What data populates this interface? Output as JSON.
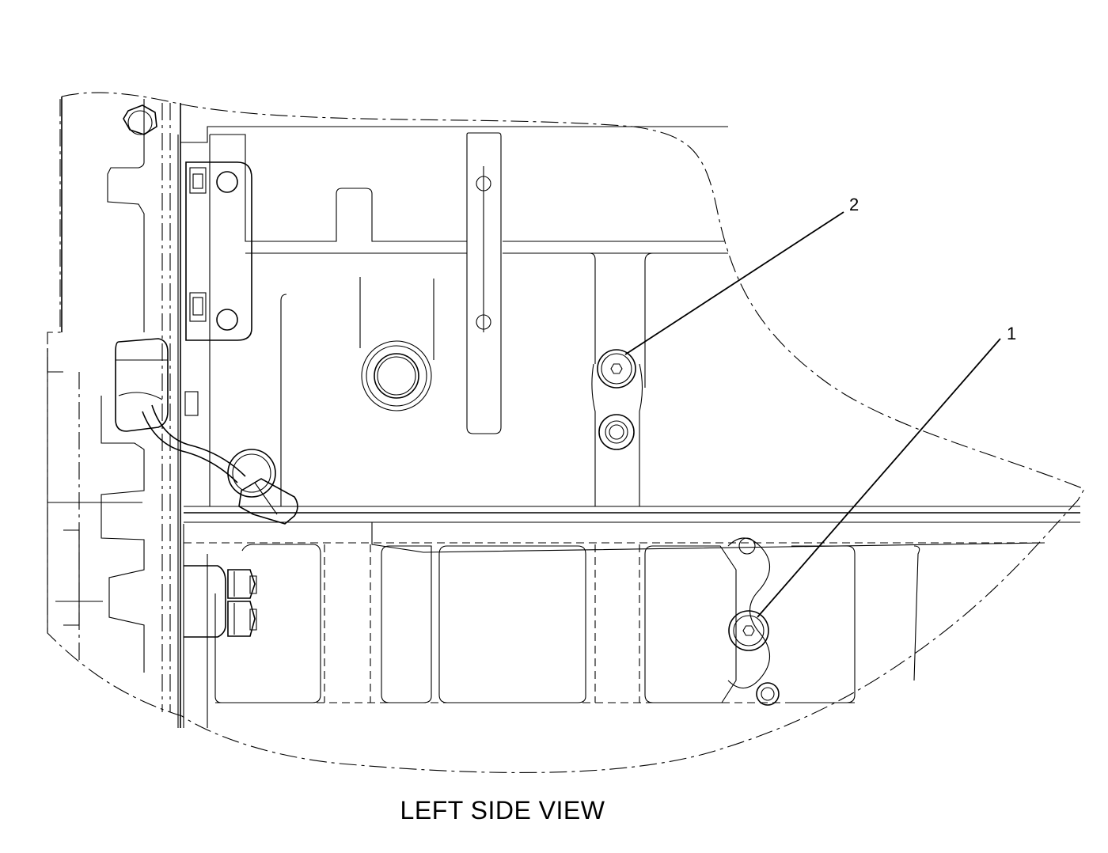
{
  "figure": {
    "caption": "LEFT SIDE VIEW",
    "callouts": [
      {
        "label": "1",
        "target": "lower-socket-head-plug"
      },
      {
        "label": "2",
        "target": "upper-socket-head-plug"
      }
    ]
  },
  "colors": {
    "line": "#000000",
    "background": "#ffffff"
  }
}
